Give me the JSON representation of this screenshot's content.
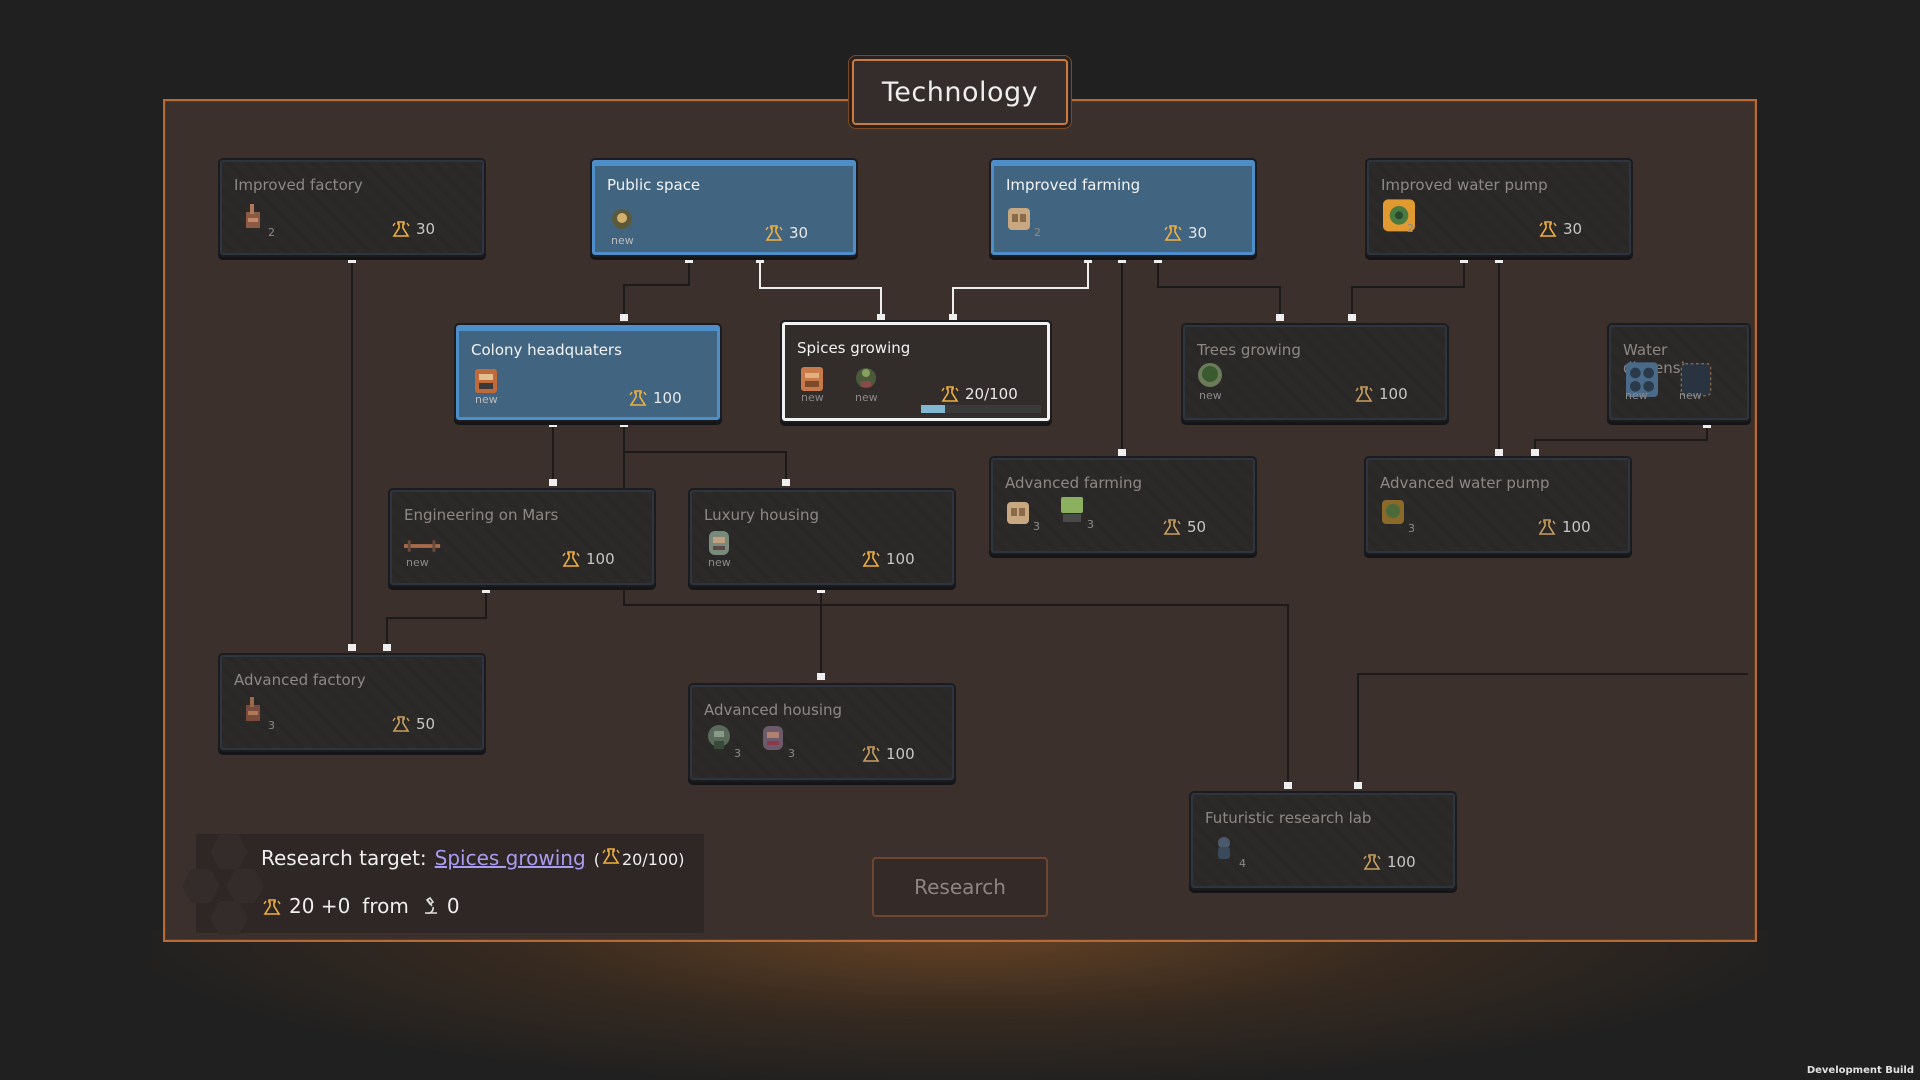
{
  "title": "Technology",
  "cost_icon": "research-flask-icon",
  "colors": {
    "researched": "#416581",
    "locked": "#2c2a29",
    "accent": "#c97a3c",
    "link": "#a99cf0"
  },
  "nodes": {
    "improved_factory": {
      "name": "Improved factory",
      "cost": "30",
      "unlocks": [
        {
          "icon": "factory-icon",
          "count": "2"
        }
      ]
    },
    "public_space": {
      "name": "Public space",
      "cost": "30",
      "unlocks": [
        {
          "icon": "statue-icon",
          "label": "new"
        }
      ]
    },
    "improved_farming": {
      "name": "Improved farming",
      "cost": "30",
      "unlocks": [
        {
          "icon": "farm-icon",
          "count": "2"
        }
      ]
    },
    "improved_water_pump": {
      "name": "Improved water pump",
      "cost": "30",
      "unlocks": [
        {
          "icon": "water-pump-icon",
          "count": "2"
        }
      ]
    },
    "colony_headquaters": {
      "name": "Colony headquaters",
      "cost": "100",
      "unlocks": [
        {
          "icon": "headquarters-icon",
          "label": "new"
        }
      ]
    },
    "spices_growing": {
      "name": "Spices growing",
      "cost": "20/100",
      "progress": 0.2,
      "unlocks": [
        {
          "icon": "spice-farm-icon",
          "label": "new"
        },
        {
          "icon": "spice-plant-icon",
          "label": "new"
        }
      ]
    },
    "trees_growing": {
      "name": "Trees growing",
      "cost": "100",
      "unlocks": [
        {
          "icon": "tree-icon",
          "label": "new"
        }
      ]
    },
    "water_dispensing": {
      "name": "Water dispensing",
      "unlocks": [
        {
          "icon": "water-dispenser-icon",
          "label": "new"
        },
        {
          "icon": "water-tank-icon",
          "label": "new"
        }
      ]
    },
    "engineering_on_mars": {
      "name": "Engineering on Mars",
      "cost": "100",
      "unlocks": [
        {
          "icon": "bridge-icon",
          "label": "new"
        }
      ]
    },
    "luxury_housing": {
      "name": "Luxury housing",
      "cost": "100",
      "unlocks": [
        {
          "icon": "luxury-house-icon",
          "label": "new"
        }
      ]
    },
    "advanced_farming": {
      "name": "Advanced farming",
      "cost": "50",
      "unlocks": [
        {
          "icon": "farm-icon",
          "count": "3"
        },
        {
          "icon": "greenhouse-icon",
          "count": "3"
        }
      ]
    },
    "advanced_water_pump": {
      "name": "Advanced water pump",
      "cost": "100",
      "unlocks": [
        {
          "icon": "water-pump-icon",
          "count": "3"
        }
      ]
    },
    "advanced_factory": {
      "name": "Advanced factory",
      "cost": "50",
      "unlocks": [
        {
          "icon": "factory-icon",
          "count": "3"
        }
      ]
    },
    "advanced_housing": {
      "name": "Advanced housing",
      "cost": "100",
      "unlocks": [
        {
          "icon": "house-icon",
          "count": "3"
        },
        {
          "icon": "house-icon-2",
          "count": "3"
        }
      ]
    },
    "futuristic_research_lab": {
      "name": "Futuristic research lab",
      "cost": "100",
      "unlocks": [
        {
          "icon": "research-lab-icon",
          "count": "4"
        }
      ]
    }
  },
  "research_target": {
    "label": "Research target:",
    "value": "Spices growing",
    "progress": "20/100",
    "rate": "20 +0",
    "from_label": "from",
    "scientists": "0",
    "scientist_icon": "microscope-icon"
  },
  "research_button": "Research",
  "dev_build": "Development Build"
}
